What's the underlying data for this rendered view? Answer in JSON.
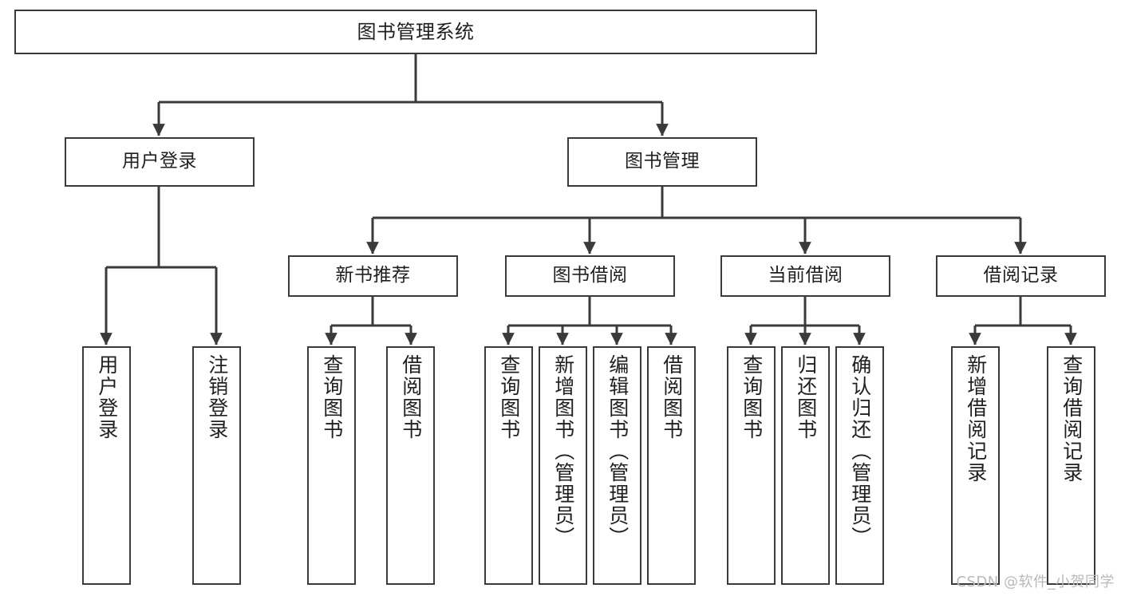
{
  "diagram": {
    "title": "图书管理系统",
    "type": "tree",
    "watermark": "CSDN @软件_小贺同学",
    "colors": {
      "box_border": "#3a3a3a",
      "box_fill": "#ffffff",
      "connector": "#3a3a3a",
      "text": "#1f1f1f",
      "watermark": "#b9b9b9",
      "background": "#ffffff"
    },
    "levels": {
      "root": {
        "label": "图书管理系统"
      },
      "level2": [
        {
          "label": "用户登录"
        },
        {
          "label": "图书管理"
        }
      ],
      "level3": [
        {
          "label": "新书推荐"
        },
        {
          "label": "图书借阅"
        },
        {
          "label": "当前借阅"
        },
        {
          "label": "借阅记录"
        }
      ],
      "leaves": {
        "user_login": [
          {
            "label": "用户登录"
          },
          {
            "label": "注销登录"
          }
        ],
        "new_book_recommend": [
          {
            "label": "查询图书"
          },
          {
            "label": "借阅图书"
          }
        ],
        "book_borrow": [
          {
            "label": "查询图书"
          },
          {
            "label": "新增图书（管理员）"
          },
          {
            "label": "编辑图书（管理员）"
          },
          {
            "label": "借阅图书"
          }
        ],
        "current_borrow": [
          {
            "label": "查询图书"
          },
          {
            "label": "归还图书"
          },
          {
            "label": "确认归还（管理员）"
          }
        ],
        "borrow_record": [
          {
            "label": "新增借阅记录"
          },
          {
            "label": "查询借阅记录"
          }
        ]
      }
    }
  }
}
